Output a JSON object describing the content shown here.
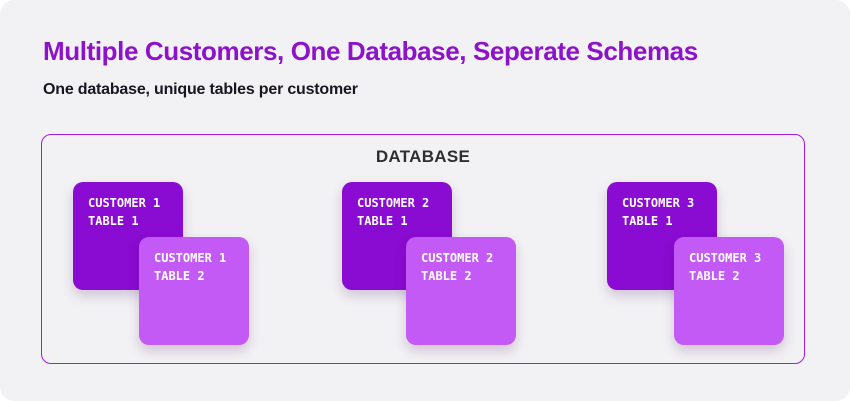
{
  "header": {
    "title": "Multiple Customers, One Database, Seperate Schemas",
    "subtitle": "One database, unique tables per customer"
  },
  "database": {
    "label": "DATABASE",
    "groups": [
      {
        "table1": {
          "customer": "CUSTOMER 1",
          "table": "TABLE 1"
        },
        "table2": {
          "customer": "CUSTOMER 1",
          "table": "TABLE 2"
        }
      },
      {
        "table1": {
          "customer": "CUSTOMER 2",
          "table": "TABLE 1"
        },
        "table2": {
          "customer": "CUSTOMER 2",
          "table": "TABLE 2"
        }
      },
      {
        "table1": {
          "customer": "CUSTOMER 3",
          "table": "TABLE 1"
        },
        "table2": {
          "customer": "CUSTOMER 3",
          "table": "TABLE 2"
        }
      }
    ]
  },
  "colors": {
    "background": "#F2F1F4",
    "title": "#8D12CA",
    "card_dark": "#8A0BD1",
    "card_light": "#C45AF6",
    "container_border": "#A51BE5",
    "subtitle": "#17171F",
    "database_label": "#2F2F2F"
  }
}
